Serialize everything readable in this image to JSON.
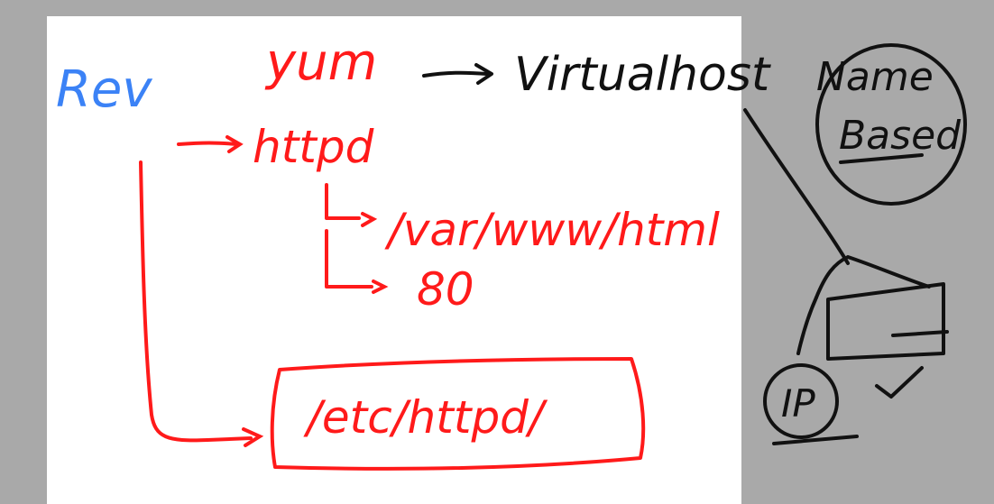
{
  "colors": {
    "background": "#a9a9a9",
    "page": "#ffffff",
    "blue_ink": "#3b82f6",
    "red_ink": "#ff1a1a",
    "black_ink": "#111111"
  },
  "notes": {
    "rev": "Rev",
    "yum": "yum",
    "virtualhost": "Virtualhost",
    "name": "Name",
    "based": "Based",
    "httpd": "httpd",
    "docroot": "/var/www/html",
    "port": "80",
    "config_path": "/etc/httpd/",
    "ip": "IP"
  }
}
